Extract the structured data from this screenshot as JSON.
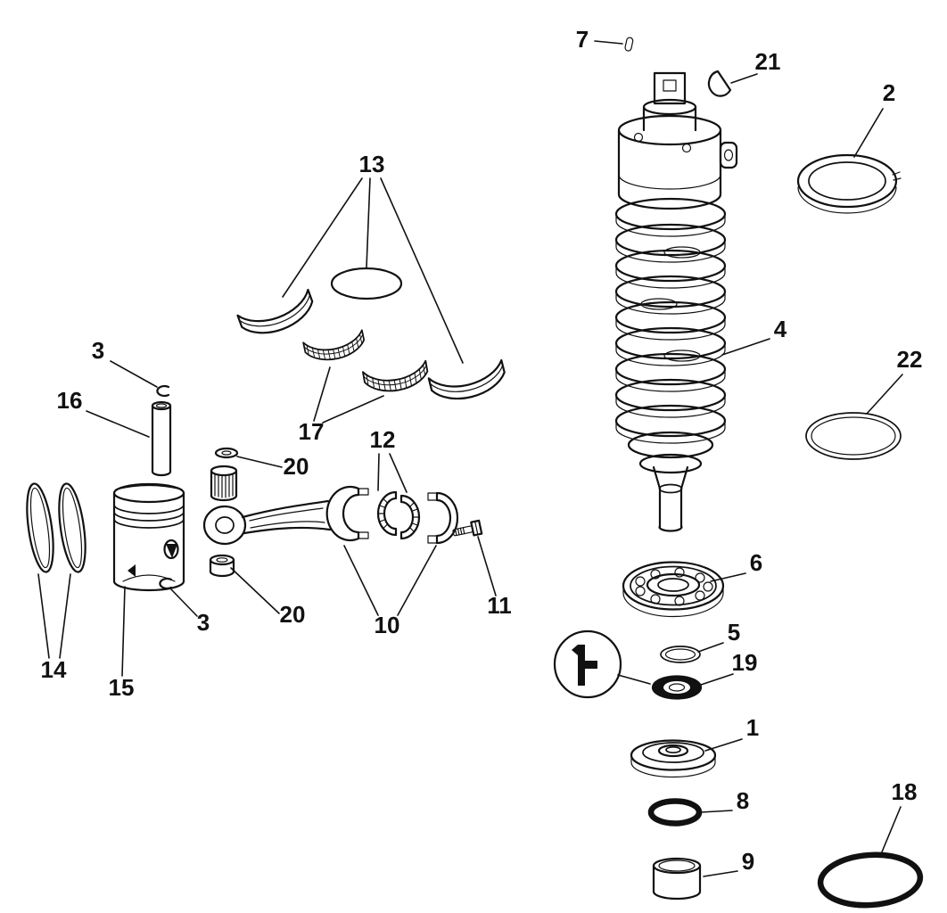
{
  "colors": {
    "ink": "#111111",
    "background": "#ffffff"
  },
  "callouts": {
    "c1": {
      "label": "1"
    },
    "c2": {
      "label": "2"
    },
    "c3a": {
      "label": "3"
    },
    "c3b": {
      "label": "3"
    },
    "c4": {
      "label": "4"
    },
    "c5": {
      "label": "5"
    },
    "c6": {
      "label": "6"
    },
    "c7": {
      "label": "7"
    },
    "c8": {
      "label": "8"
    },
    "c9": {
      "label": "9"
    },
    "c10": {
      "label": "10"
    },
    "c11": {
      "label": "11"
    },
    "c12": {
      "label": "12"
    },
    "c13": {
      "label": "13"
    },
    "c14": {
      "label": "14"
    },
    "c15": {
      "label": "15"
    },
    "c16": {
      "label": "16"
    },
    "c17": {
      "label": "17"
    },
    "c18": {
      "label": "18"
    },
    "c19": {
      "label": "19"
    },
    "c20a": {
      "label": "20"
    },
    "c20b": {
      "label": "20"
    },
    "c21": {
      "label": "21"
    },
    "c22": {
      "label": "22"
    }
  }
}
